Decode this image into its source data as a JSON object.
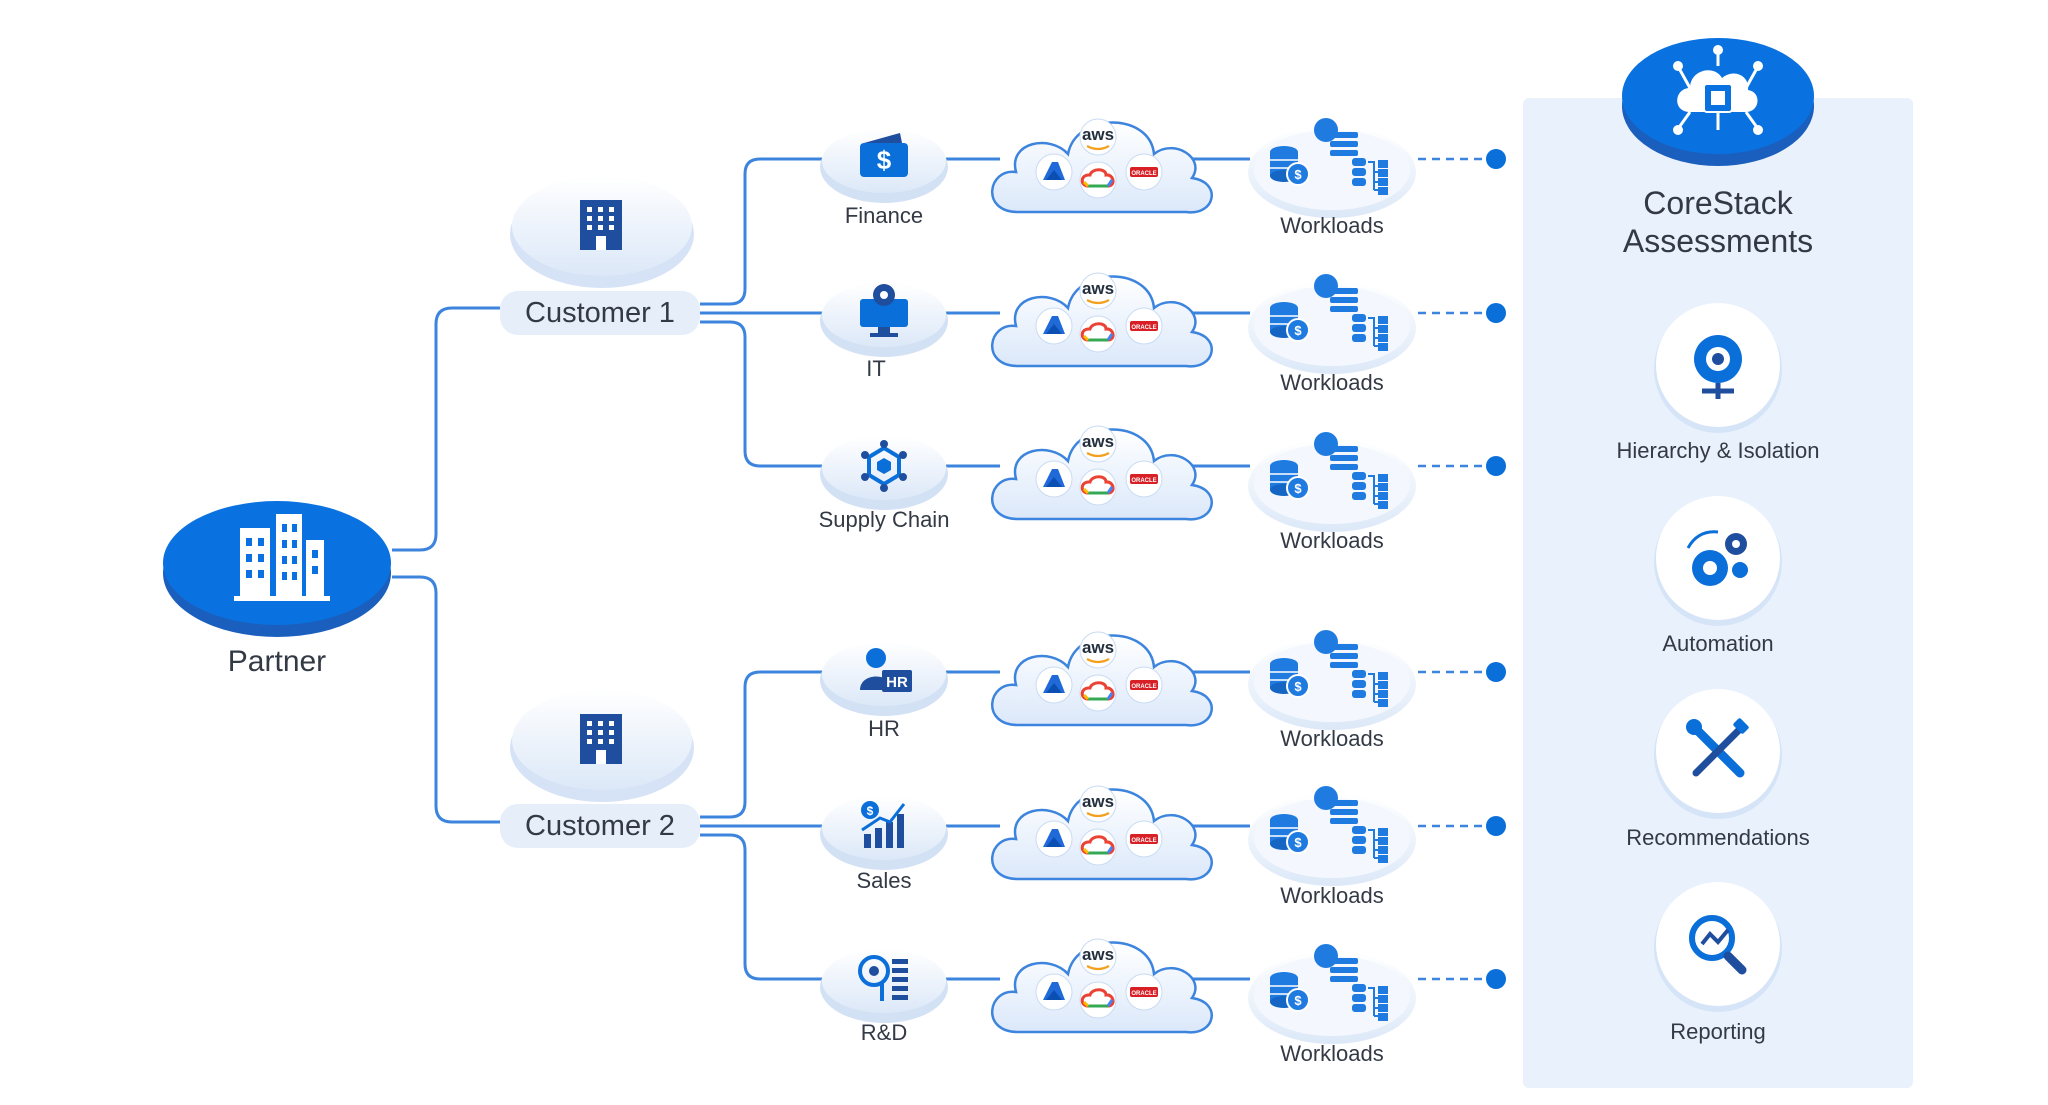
{
  "partner": {
    "label": "Partner",
    "icon": "partner-building-icon"
  },
  "customers": [
    {
      "label": "Customer 1",
      "icon": "office-building-icon",
      "departments": [
        {
          "label": "Finance",
          "icon": "dollar-wallet-icon",
          "workloads_label": "Workloads"
        },
        {
          "label": "IT",
          "icon": "monitor-gear-icon",
          "workloads_label": "Workloads"
        },
        {
          "label": "Supply Chain",
          "icon": "network-cube-icon",
          "workloads_label": "Workloads"
        }
      ]
    },
    {
      "label": "Customer 2",
      "icon": "office-building-icon",
      "departments": [
        {
          "label": "HR",
          "icon": "person-hr-icon",
          "workloads_label": "Workloads"
        },
        {
          "label": "Sales",
          "icon": "sales-chart-icon",
          "workloads_label": "Workloads"
        },
        {
          "label": "R&D",
          "icon": "research-gear-icon",
          "workloads_label": "Workloads"
        }
      ]
    }
  ],
  "cloud": {
    "aws_label": "aws",
    "oracle_label": "ORACLE"
  },
  "panel": {
    "title_line1": "CoreStack",
    "title_line2": "Assessments",
    "icon": "cloud-chip-icon",
    "items": [
      {
        "label": "Hierarchy & Isolation",
        "icon": "hierarchy-gear-icon"
      },
      {
        "label": "Automation",
        "icon": "automation-gears-icon"
      },
      {
        "label": "Recommendations",
        "icon": "wrench-screwdriver-icon"
      },
      {
        "label": "Reporting",
        "icon": "search-chart-icon"
      }
    ]
  },
  "colors": {
    "primary": "#0a6fd8",
    "dark_blue": "#1f4e9e",
    "line": "#3c84dd",
    "panel_bg": "#e9f1fd",
    "node_bg": "#e6eefa",
    "text": "#333a45",
    "oracle_red": "#d81f26"
  }
}
